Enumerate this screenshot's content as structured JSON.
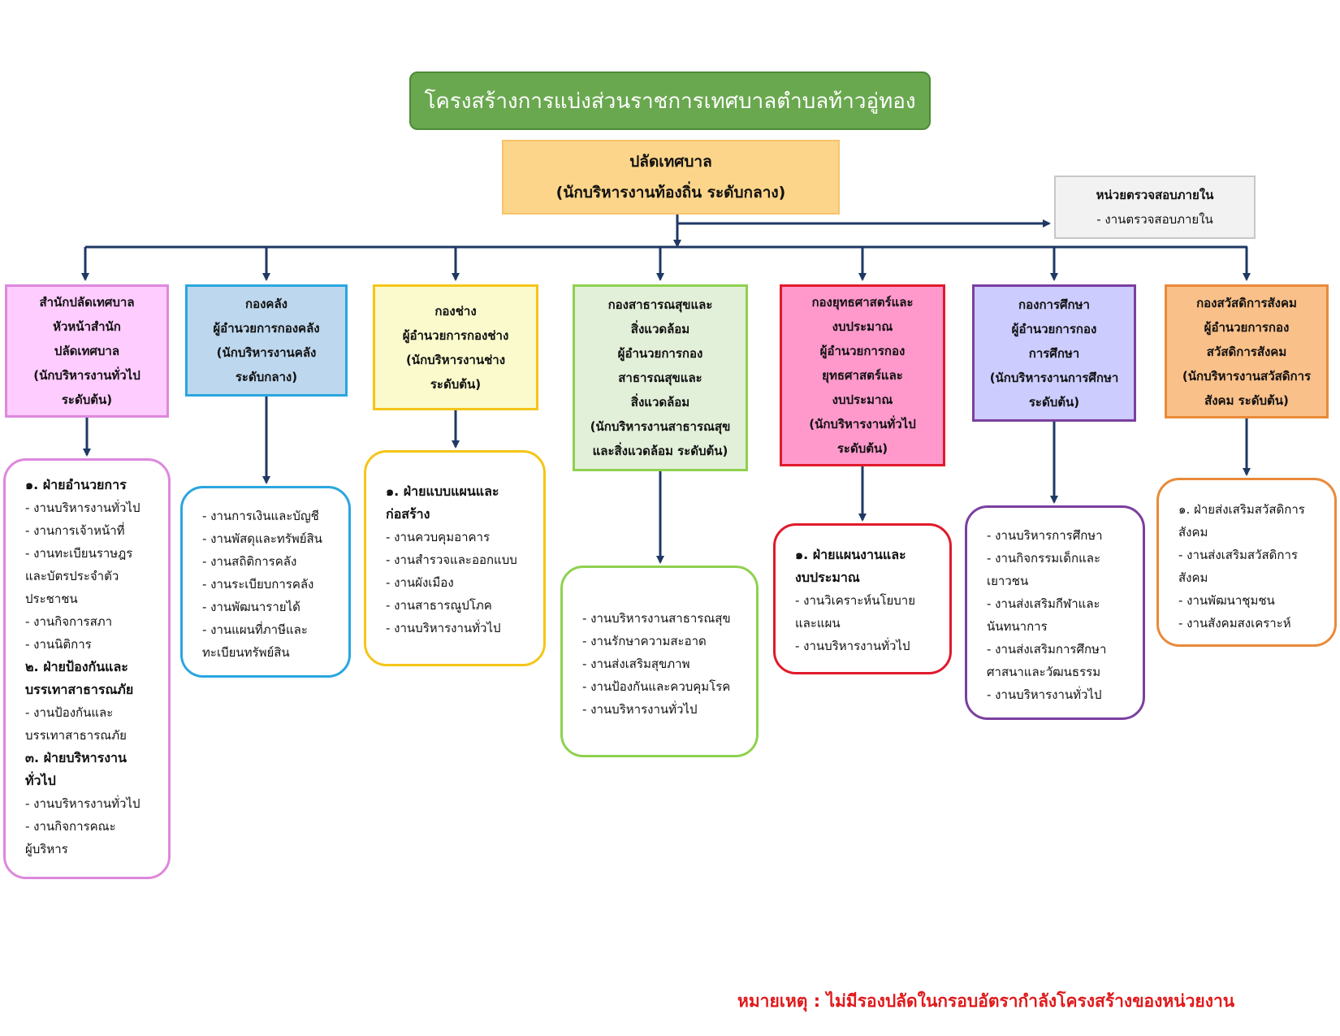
{
  "title": "โครงสร้างการแบ่งส่วนราชการเทศบาลตำบลท้าวอู่ทอง",
  "head": {
    "line1": "ปลัดเทศบาล",
    "line2": "(นักบริหารงานท้องถิ่น ระดับกลาง)"
  },
  "audit": {
    "title": "หน่วยตรวจสอบภายใน",
    "item": "- งานตรวจสอบภายใน"
  },
  "colors": {
    "title_green": "#6aa84f",
    "head_orange": "#fdd58a",
    "arrow_navy": "#1f3864",
    "note_red": "#e0191b"
  },
  "departments": [
    {
      "lines": [
        "สำนักปลัดเทศบาล",
        "หัวหน้าสำนัก",
        "ปลัดเทศบาล",
        "(นักบริหารงานทั่วไป",
        "ระดับต้น)"
      ],
      "fill": "#ffccff",
      "border": "#dd88dd",
      "sections": [
        {
          "text": "๑. ฝ่ายอำนวยการ",
          "bold": true
        },
        {
          "text": "- งานบริหารงานทั่วไป"
        },
        {
          "text": "- งานการเจ้าหน้าที่"
        },
        {
          "text": "- งานทะเบียนราษฎร"
        },
        {
          "text": "และบัตรประจำตัว"
        },
        {
          "text": "ประชาชน"
        },
        {
          "text": "- งานกิจการสภา"
        },
        {
          "text": "- งานนิติการ"
        },
        {
          "text": "๒. ฝ่ายป้องกันและ",
          "bold": true
        },
        {
          "text": "บรรเทาสาธารณภัย",
          "bold": true
        },
        {
          "text": "- งานป้องกันและ"
        },
        {
          "text": "บรรเทาสาธารณภัย"
        },
        {
          "text": "๓. ฝ่ายบริหารงาน",
          "bold": true
        },
        {
          "text": "ทั่วไป",
          "bold": true
        },
        {
          "text": "- งานบริหารงานทั่วไป"
        },
        {
          "text": "- งานกิจการคณะ"
        },
        {
          "text": "ผู้บริหาร"
        }
      ]
    },
    {
      "lines": [
        "กองคลัง",
        "ผู้อำนวยการกองคลัง",
        "(นักบริหารงานคลัง",
        "ระดับกลาง)"
      ],
      "fill": "#bdd7ee",
      "border": "#2aa6df",
      "sections": [
        {
          "text": "- งานการเงินและบัญชี"
        },
        {
          "text": "- งานพัสดุและทรัพย์สิน"
        },
        {
          "text": "- งานสถิติการคลัง"
        },
        {
          "text": "- งานระเบียบการคลัง"
        },
        {
          "text": "- งานพัฒนารายได้"
        },
        {
          "text": "- งานแผนที่ภาษีและ"
        },
        {
          "text": "ทะเบียนทรัพย์สิน"
        }
      ]
    },
    {
      "lines": [
        "กองช่าง",
        "ผู้อำนวยการกองช่าง",
        "(นักบริหารงานช่าง",
        "ระดับต้น)"
      ],
      "fill": "#fafacd",
      "border": "#f5c518",
      "sections": [
        {
          "text": "๑. ฝ่ายแบบแผนและ",
          "bold": true
        },
        {
          "text": "ก่อสร้าง",
          "bold": true
        },
        {
          "text": "- งานควบคุมอาคาร"
        },
        {
          "text": "- งานสำรวจและออกแบบ"
        },
        {
          "text": "- งานผังเมือง"
        },
        {
          "text": "- งานสาธารณูปโภค"
        },
        {
          "text": "- งานบริหารงานทั่วไป"
        }
      ]
    },
    {
      "lines": [
        "กองสาธารณสุขและ",
        "สิ่งแวดล้อม",
        "ผู้อำนวยการกอง",
        "สาธารณสุขและ",
        "สิ่งแวดล้อม",
        "(นักบริหารงานสาธารณสุข",
        "และสิ่งแวดล้อม ระดับต้น)"
      ],
      "fill": "#e2efd9",
      "border": "#8fd14f",
      "sections": [
        {
          "text": "- งานบริหารงานสาธารณสุข"
        },
        {
          "text": "- งานรักษาความสะอาด"
        },
        {
          "text": "- งานส่งเสริมสุขภาพ"
        },
        {
          "text": "- งานป้องกันและควบคุมโรค"
        },
        {
          "text": "- งานบริหารงานทั่วไป"
        }
      ]
    },
    {
      "lines": [
        "กองยุทธศาสตร์และ",
        "งบประมาณ",
        "ผู้อำนวยการกอง",
        "ยุทธศาสตร์และ",
        "งบประมาณ",
        "(นักบริหารงานทั่วไป",
        "ระดับต้น)"
      ],
      "fill": "#ff99cc",
      "border": "#e01a2b",
      "sections": [
        {
          "text": "๑. ฝ่ายแผนงานและ",
          "bold": true
        },
        {
          "text": "งบประมาณ",
          "bold": true
        },
        {
          "text": "- งานวิเคราะห์นโยบาย"
        },
        {
          "text": "และแผน"
        },
        {
          "text": "- งานบริหารงานทั่วไป"
        }
      ]
    },
    {
      "lines": [
        "กองการศึกษา",
        "ผู้อำนวยการกอง",
        "การศึกษา",
        "(นักบริหารงานการศึกษา",
        "ระดับต้น)"
      ],
      "fill": "#ccccff",
      "border": "#7b3fa0",
      "sections": [
        {
          "text": "- งานบริหารการศึกษา"
        },
        {
          "text": "- งานกิจกรรมเด็กและ"
        },
        {
          "text": "เยาวชน"
        },
        {
          "text": "- งานส่งเสริมกีฬาและ"
        },
        {
          "text": "นันทนาการ"
        },
        {
          "text": "- งานส่งเสริมการศึกษา"
        },
        {
          "text": "ศาสนาและวัฒนธรรม"
        },
        {
          "text": "- งานบริหารงานทั่วไป"
        }
      ]
    },
    {
      "lines": [
        "กองสวัสดิการสังคม",
        "ผู้อำนวยการกอง",
        "สวัสดิการสังคม",
        "(นักบริหารงานสวัสดิการ",
        "สังคม ระดับต้น)"
      ],
      "fill": "#f9c089",
      "border": "#e98a3a",
      "sections": [
        {
          "text": "๑. ฝ่ายส่งเสริมสวัสดิการ"
        },
        {
          "text": "สังคม"
        },
        {
          "text": "- งานส่งเสริมสวัสดิการ"
        },
        {
          "text": "สังคม"
        },
        {
          "text": "- งานพัฒนาชุมชน"
        },
        {
          "text": "- งานสังคมสงเคราะห์"
        }
      ]
    }
  ],
  "note": "หมายเหตุ :  ไม่มีรองปลัดในกรอบอัตรากำลังโครงสร้างของหน่วยงาน"
}
